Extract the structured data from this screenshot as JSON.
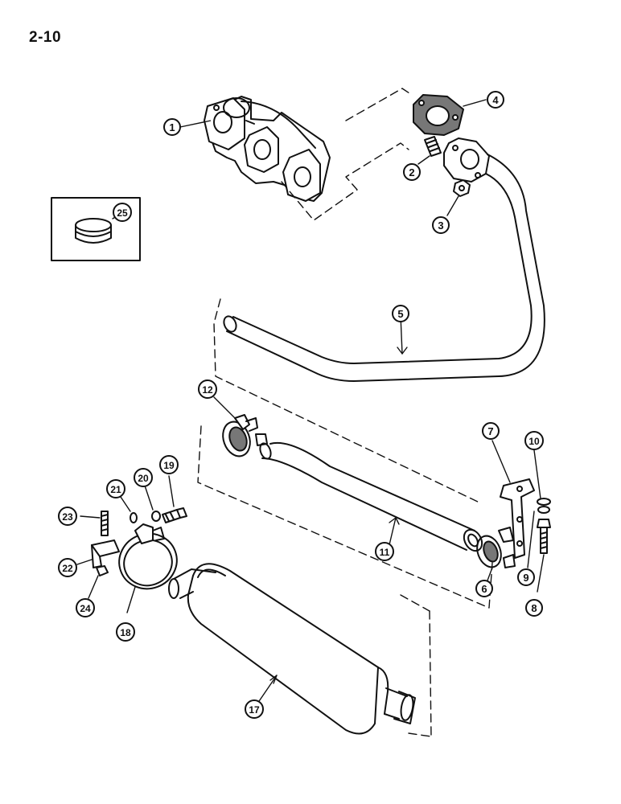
{
  "page": {
    "number": "2-10"
  },
  "callouts": [
    {
      "id": "1",
      "label": "1"
    },
    {
      "id": "2",
      "label": "2"
    },
    {
      "id": "3",
      "label": "3"
    },
    {
      "id": "4",
      "label": "4"
    },
    {
      "id": "5",
      "label": "5"
    },
    {
      "id": "6",
      "label": "6"
    },
    {
      "id": "7",
      "label": "7"
    },
    {
      "id": "8",
      "label": "8"
    },
    {
      "id": "9",
      "label": "9"
    },
    {
      "id": "10",
      "label": "10"
    },
    {
      "id": "11",
      "label": "11"
    },
    {
      "id": "12",
      "label": "12"
    },
    {
      "id": "17",
      "label": "17"
    },
    {
      "id": "18",
      "label": "18"
    },
    {
      "id": "19",
      "label": "19"
    },
    {
      "id": "20",
      "label": "20"
    },
    {
      "id": "21",
      "label": "21"
    },
    {
      "id": "22",
      "label": "22"
    },
    {
      "id": "23",
      "label": "23"
    },
    {
      "id": "24",
      "label": "24"
    },
    {
      "id": "25",
      "label": "25"
    }
  ],
  "colors": {
    "ink": "#111111",
    "paper": "#ffffff",
    "shade": "#d9d9d9"
  }
}
